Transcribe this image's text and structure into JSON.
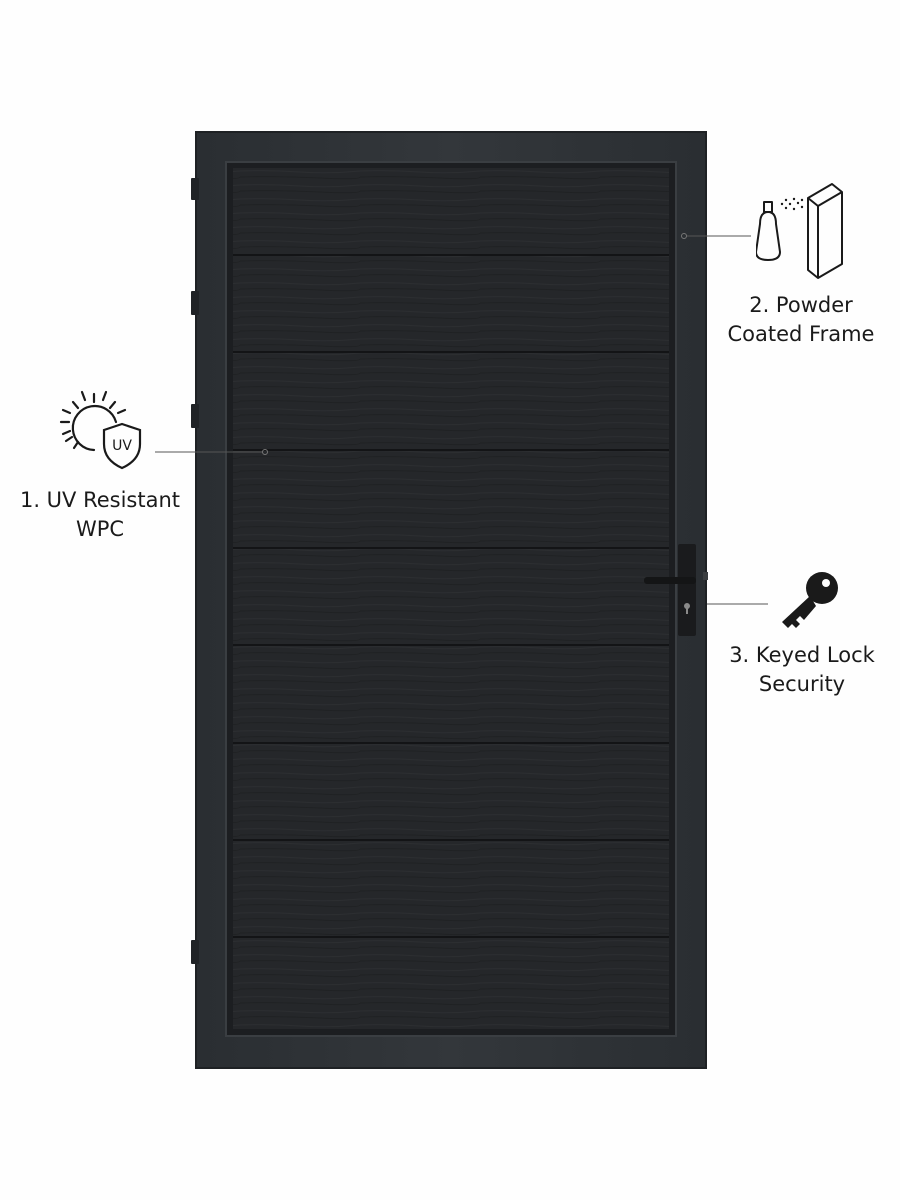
{
  "features": [
    {
      "number": "1.",
      "line1": "1. UV Resistant",
      "line2": "WPC",
      "icon": "uv-shield-sun-icon"
    },
    {
      "number": "2.",
      "line1": "2. Powder",
      "line2": "Coated Frame",
      "icon": "spray-frame-icon"
    },
    {
      "number": "3.",
      "line1": "3. Keyed Lock",
      "line2": "Security",
      "icon": "key-icon"
    }
  ],
  "uv_badge_text": "UV",
  "colors": {
    "background": "#fefefe",
    "frame": "#2b2f33",
    "panel": "#242629",
    "slat_seam": "#141517",
    "callout_line": "#555555",
    "text": "#1a1a1a"
  },
  "panel_slats": 9,
  "hinges": 4
}
